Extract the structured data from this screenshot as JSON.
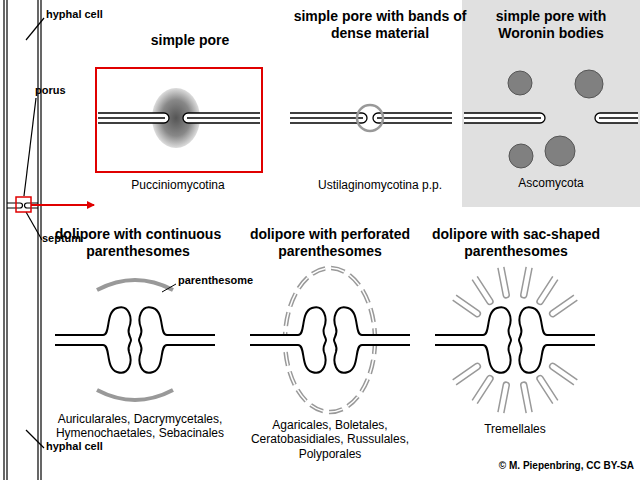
{
  "diagram": {
    "nodes": [
      {
        "text": [
          "simple pore with Woronin bodies",
          "Ascomycota"
        ]
      }
    ],
    "labels": [
      "hyphal cell",
      "porus",
      "septum",
      "hyphal cell",
      "simple pore",
      "Pucciniomycotina",
      "simple pore with bands of dense material",
      "Ustilaginomycotina p.p.",
      "dolipore with continuous parenthesomes",
      "parenthesome",
      "Auricularales, Dacrymycetales, Hymenochaetales, Sebacinales",
      "dolipore with perforated parenthesomes",
      "Agaricales, Boletales, Ceratobasidiales, Russulales, Polyporales",
      "dolipore with sac-shaped parenthesomes",
      "Tremellales",
      "© M. Piepenbring, CC BY-SA"
    ]
  }
}
